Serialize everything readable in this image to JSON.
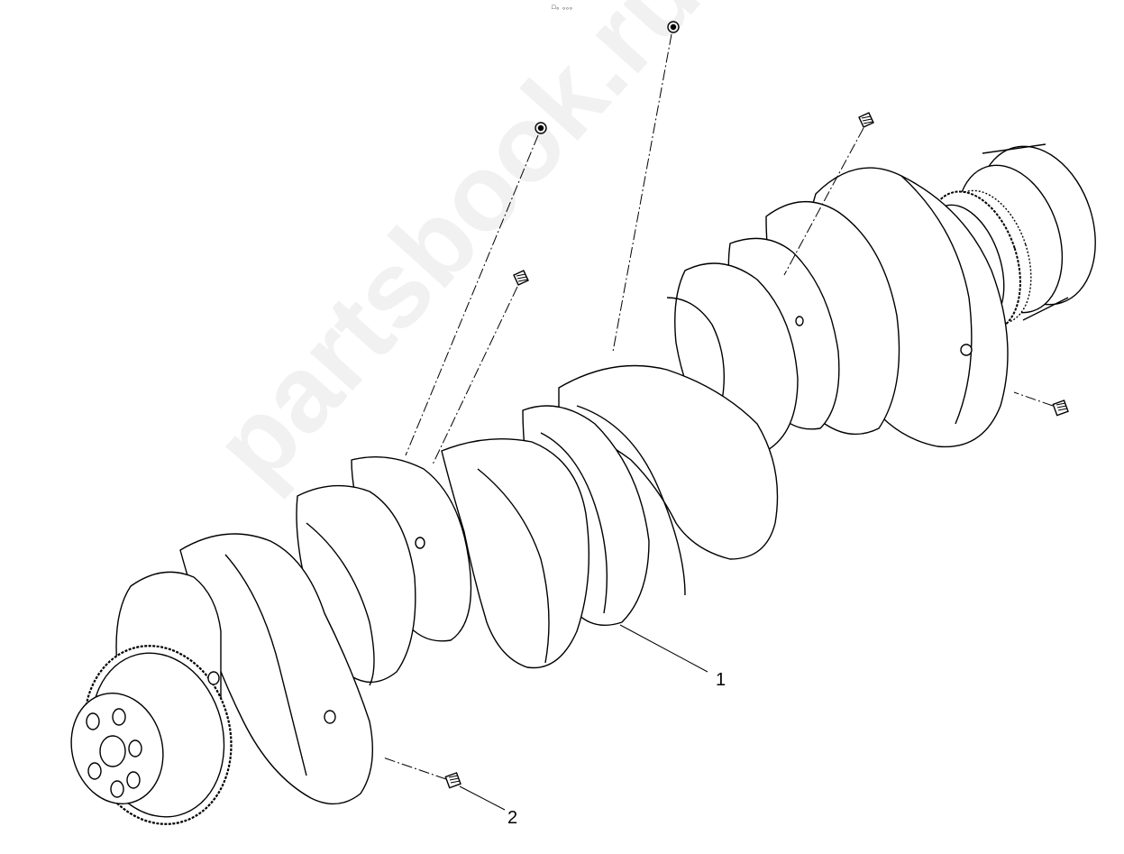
{
  "figure": {
    "reference_code": "□₀ ₀₀₀",
    "callouts": [
      {
        "number": "1",
        "part": "crankshaft"
      },
      {
        "number": "2",
        "part": "plug"
      }
    ],
    "watermark": "partsbook.ru"
  },
  "colors": {
    "line": "#000000",
    "background": "#ffffff"
  }
}
